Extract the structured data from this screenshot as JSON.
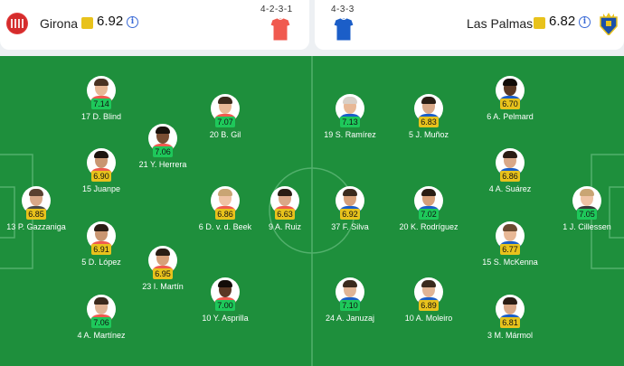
{
  "colors": {
    "pitch": "#1e8f3c",
    "rating_green": "#1ec85a",
    "rating_yellow": "#e8c21c",
    "home_kit": "#f05a4f",
    "away_kit": "#1b5ec8"
  },
  "home": {
    "name": "Girona",
    "rating": "6.92",
    "formation": "4-2-3-1",
    "crest_icon": "girona-crest-icon",
    "players": [
      {
        "number": "17",
        "name": "D. Blind",
        "rating": "7.14",
        "rating_color": "green",
        "skin": "#e8b896",
        "hair": "#4a3323"
      },
      {
        "number": "15",
        "name": "Juanpe",
        "rating": "6.90",
        "rating_color": "yellow",
        "skin": "#c99672",
        "hair": "#1c140f"
      },
      {
        "number": "13",
        "name": "P. Gazzaniga",
        "rating": "6.85",
        "rating_color": "yellow",
        "skin": "#d9a888",
        "hair": "#5a4030"
      },
      {
        "number": "5",
        "name": "D. López",
        "rating": "6.91",
        "rating_color": "yellow",
        "skin": "#c99672",
        "hair": "#2a1d14"
      },
      {
        "number": "4",
        "name": "A. Martínez",
        "rating": "7.06",
        "rating_color": "green",
        "skin": "#e0b495",
        "hair": "#3a2a1d"
      },
      {
        "number": "21",
        "name": "Y. Herrera",
        "rating": "7.06",
        "rating_color": "green",
        "skin": "#7a4e33",
        "hair": "#1a120c"
      },
      {
        "number": "23",
        "name": "I. Martín",
        "rating": "6.95",
        "rating_color": "yellow",
        "skin": "#d7a07a",
        "hair": "#2a1d14"
      },
      {
        "number": "20",
        "name": "B. Gil",
        "rating": "7.07",
        "rating_color": "green",
        "skin": "#e8b896",
        "hair": "#3c2a1c"
      },
      {
        "number": "6",
        "name": "D. v. d. Beek",
        "rating": "6.86",
        "rating_color": "yellow",
        "skin": "#efc3a5",
        "hair": "#c9a574"
      },
      {
        "number": "10",
        "name": "Y. Asprilla",
        "rating": "7.00",
        "rating_color": "green",
        "skin": "#5a3824",
        "hair": "#120c08"
      },
      {
        "number": "9",
        "name": "A. Ruiz",
        "rating": "6.63",
        "rating_color": "yellow",
        "skin": "#d9a888",
        "hair": "#2a1d14"
      }
    ]
  },
  "away": {
    "name": "Las Palmas",
    "rating": "6.82",
    "formation": "4-3-3",
    "crest_icon": "las-palmas-crest-icon",
    "players": [
      {
        "number": "6",
        "name": "A. Pelmard",
        "rating": "6.70",
        "rating_color": "yellow",
        "skin": "#5a3824",
        "hair": "#120c08"
      },
      {
        "number": "4",
        "name": "A. Suárez",
        "rating": "6.86",
        "rating_color": "yellow",
        "skin": "#d9a888",
        "hair": "#2a1d14"
      },
      {
        "number": "1",
        "name": "J. Cillessen",
        "rating": "7.05",
        "rating_color": "green",
        "skin": "#efc3a5",
        "hair": "#c9a574"
      },
      {
        "number": "15",
        "name": "S. McKenna",
        "rating": "6.77",
        "rating_color": "yellow",
        "skin": "#e8b896",
        "hair": "#6a4a30"
      },
      {
        "number": "3",
        "name": "M. Mármol",
        "rating": "6.81",
        "rating_color": "yellow",
        "skin": "#d9a888",
        "hair": "#2a1d14"
      },
      {
        "number": "5",
        "name": "J. Muñoz",
        "rating": "6.83",
        "rating_color": "yellow",
        "skin": "#d9a888",
        "hair": "#2a1d14"
      },
      {
        "number": "20",
        "name": "K. Rodríguez",
        "rating": "7.02",
        "rating_color": "green",
        "skin": "#d7a07a",
        "hair": "#2a1d14"
      },
      {
        "number": "10",
        "name": "A. Moleiro",
        "rating": "6.89",
        "rating_color": "yellow",
        "skin": "#e0b495",
        "hair": "#3a2a1d"
      },
      {
        "number": "19",
        "name": "S. Ramírez",
        "rating": "7.13",
        "rating_color": "green",
        "skin": "#e8b896",
        "hair": "#d8d0c8"
      },
      {
        "number": "37",
        "name": "F. Silva",
        "rating": "6.92",
        "rating_color": "yellow",
        "skin": "#d7a07a",
        "hair": "#3a2a1d"
      },
      {
        "number": "24",
        "name": "A. Januzaj",
        "rating": "7.10",
        "rating_color": "green",
        "skin": "#e0b495",
        "hair": "#3a2a1d"
      }
    ]
  }
}
